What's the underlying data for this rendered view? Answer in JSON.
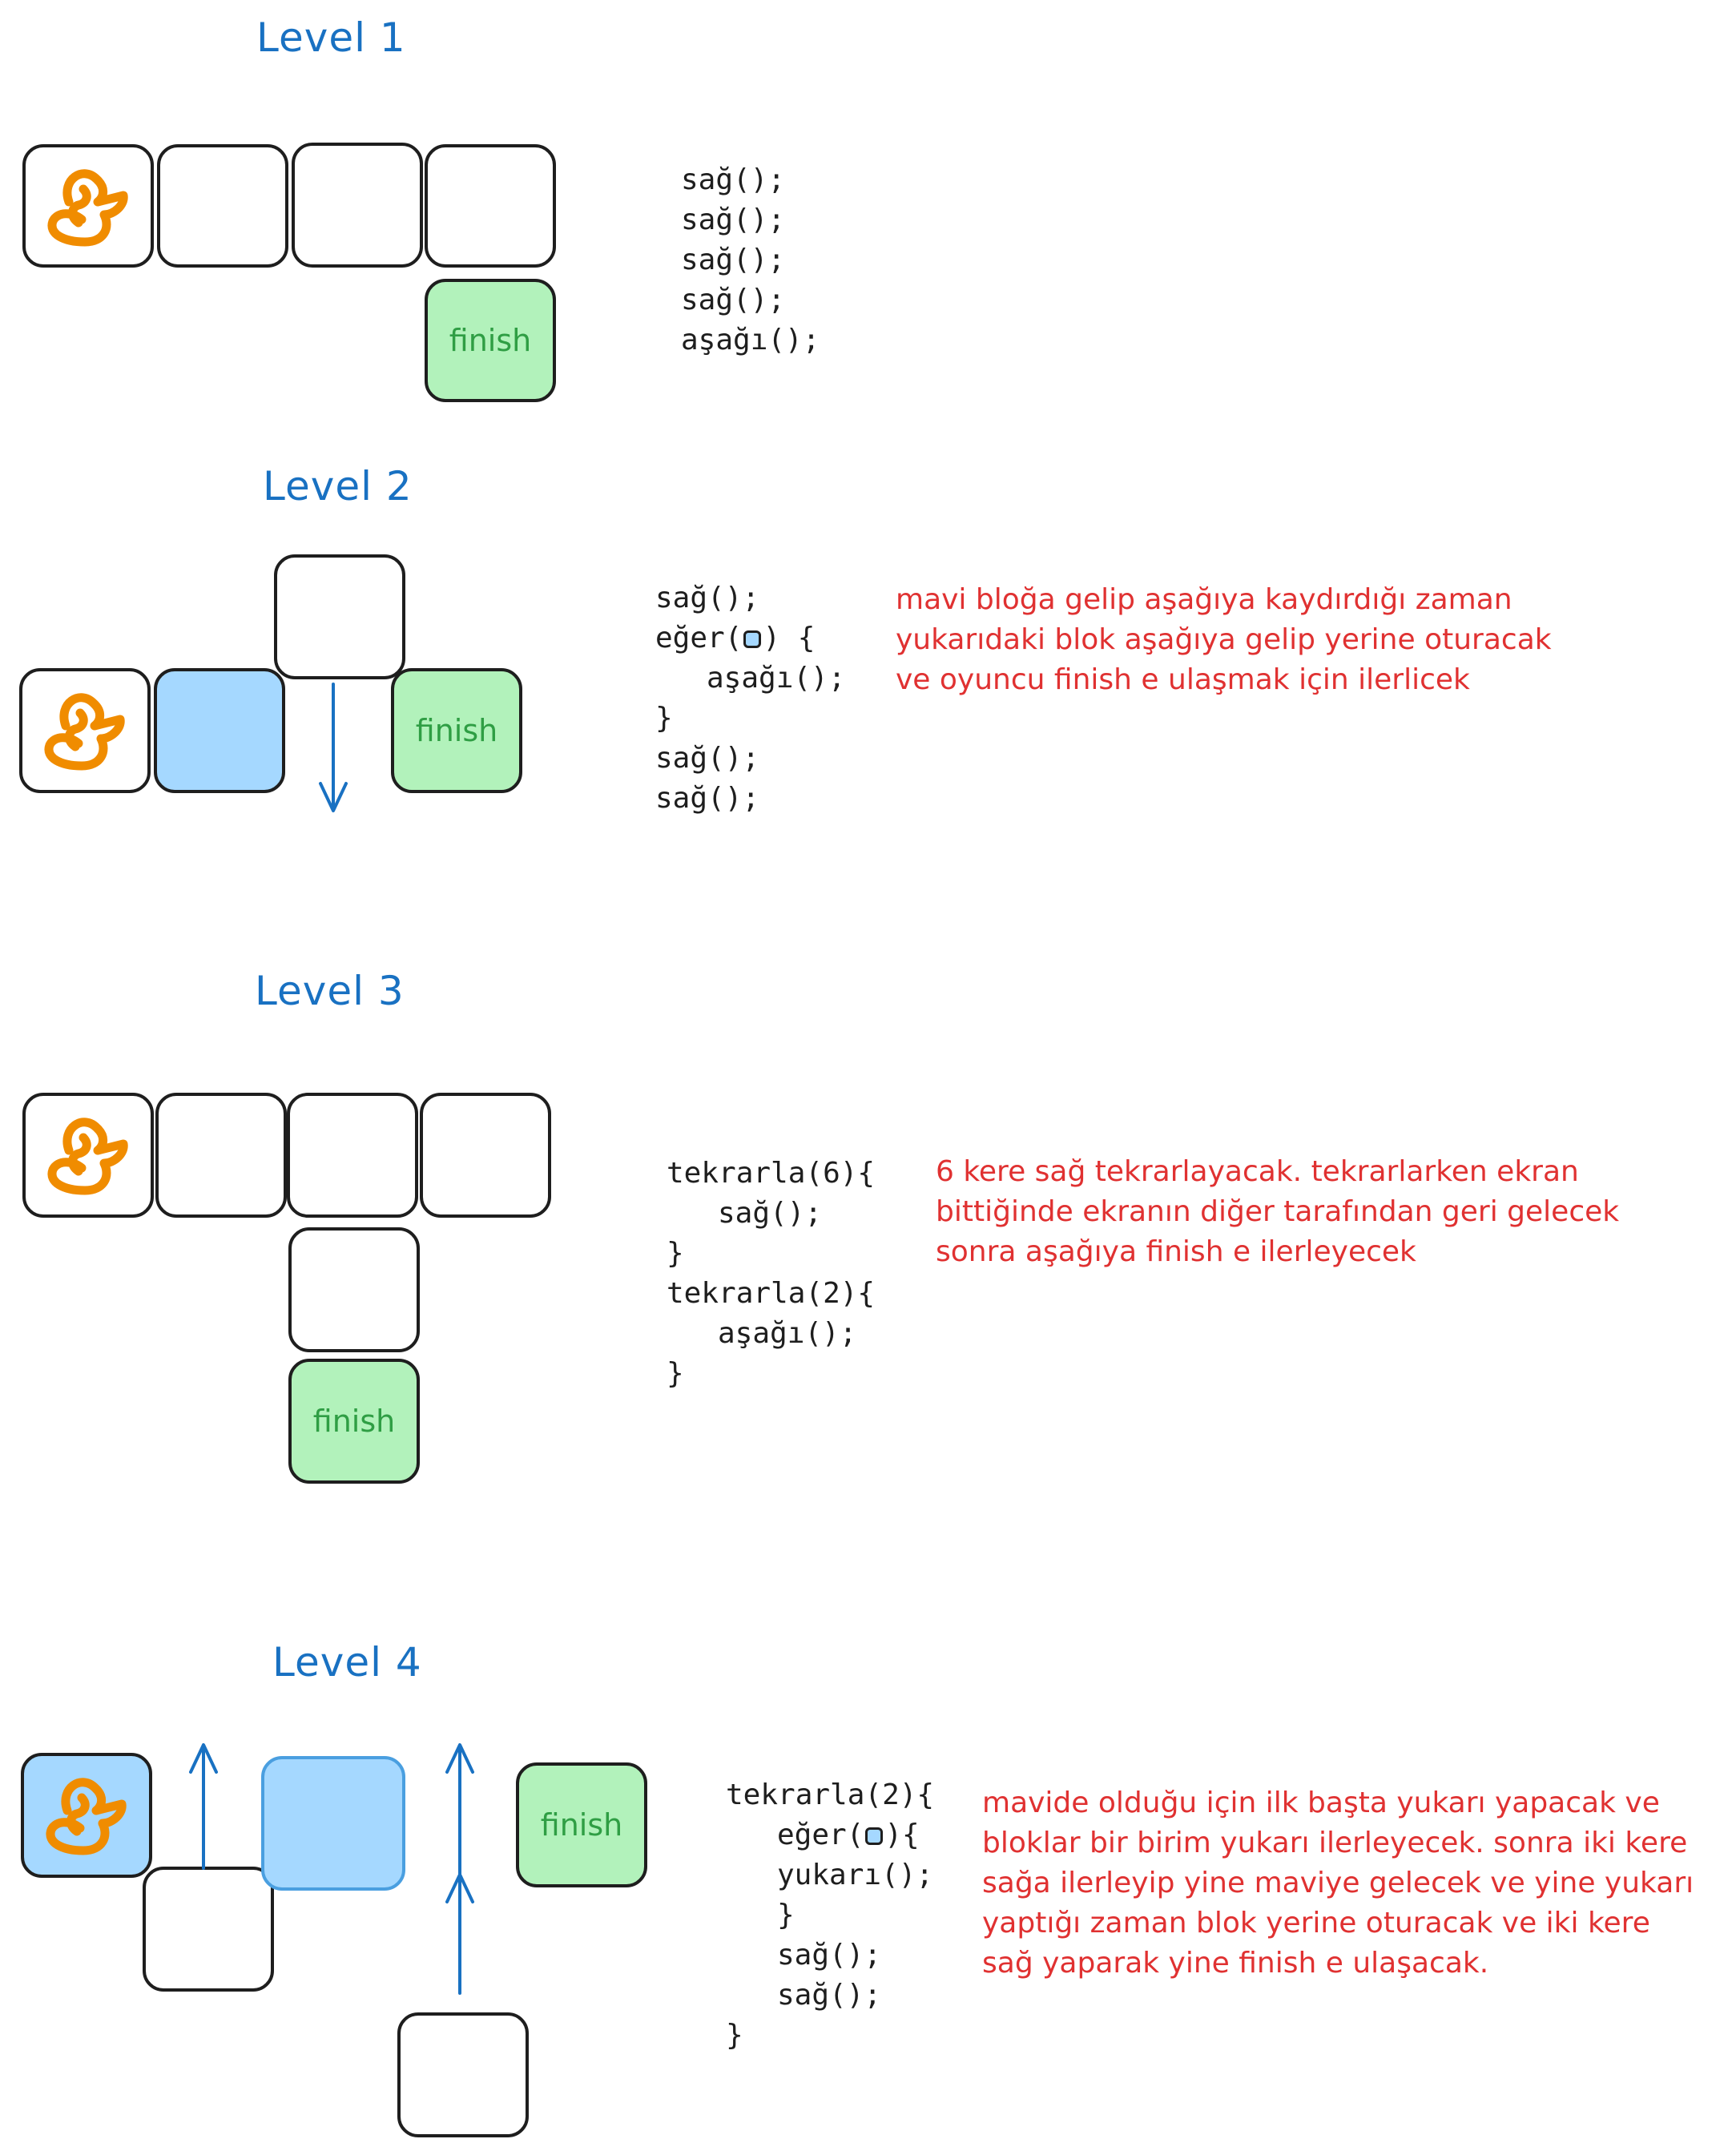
{
  "colors": {
    "title": "#1971c2",
    "note": "#e03131",
    "blue_block": "#a5d8ff",
    "finish_fill": "#b2f2bb",
    "finish_text": "#2f9e44",
    "duck": "#f08c00"
  },
  "icons": {
    "player": "duck-icon",
    "blue_condition": "blue-square-icon",
    "arrow": "arrow-icon"
  },
  "finish_label": "finish",
  "levels": [
    {
      "title": "Level 1",
      "code": [
        "sağ();",
        "sağ();",
        "sağ();",
        "sağ();",
        "aşağı();"
      ],
      "note": []
    },
    {
      "title": "Level 2",
      "code": [
        "sağ();",
        "eğer(",
        ") {",
        "aşağı();",
        "}",
        "sağ();",
        "sağ();"
      ],
      "note": [
        "mavi bloğa gelip aşağıya kaydırdığı zaman",
        "yukarıdaki blok aşağıya gelip yerine oturacak",
        "ve oyuncu finish e ulaşmak için ilerlicek"
      ]
    },
    {
      "title": "Level 3",
      "code": [
        "tekrarla(6){",
        "sağ();",
        "}",
        "tekrarla(2){",
        "aşağı();",
        "}"
      ],
      "note": [
        "6 kere sağ tekrarlayacak. tekrarlarken ekran",
        "bittiğinde ekranın diğer tarafından geri gelecek",
        "sonra aşağıya finish e ilerleyecek"
      ]
    },
    {
      "title": "Level 4",
      "code": [
        "tekrarla(2){",
        "eğer(",
        "){",
        "yukarı();",
        "}",
        "sağ();",
        "sağ();",
        "}"
      ],
      "note": [
        "mavide olduğu için ilk başta yukarı yapacak ve",
        "bloklar bir birim yukarı ilerleyecek. sonra iki kere",
        "sağa ilerleyip yine maviye gelecek ve yine yukarı",
        "yaptığı zaman blok yerine oturacak ve iki kere",
        "sağ yaparak yine finish e ulaşacak."
      ]
    }
  ]
}
